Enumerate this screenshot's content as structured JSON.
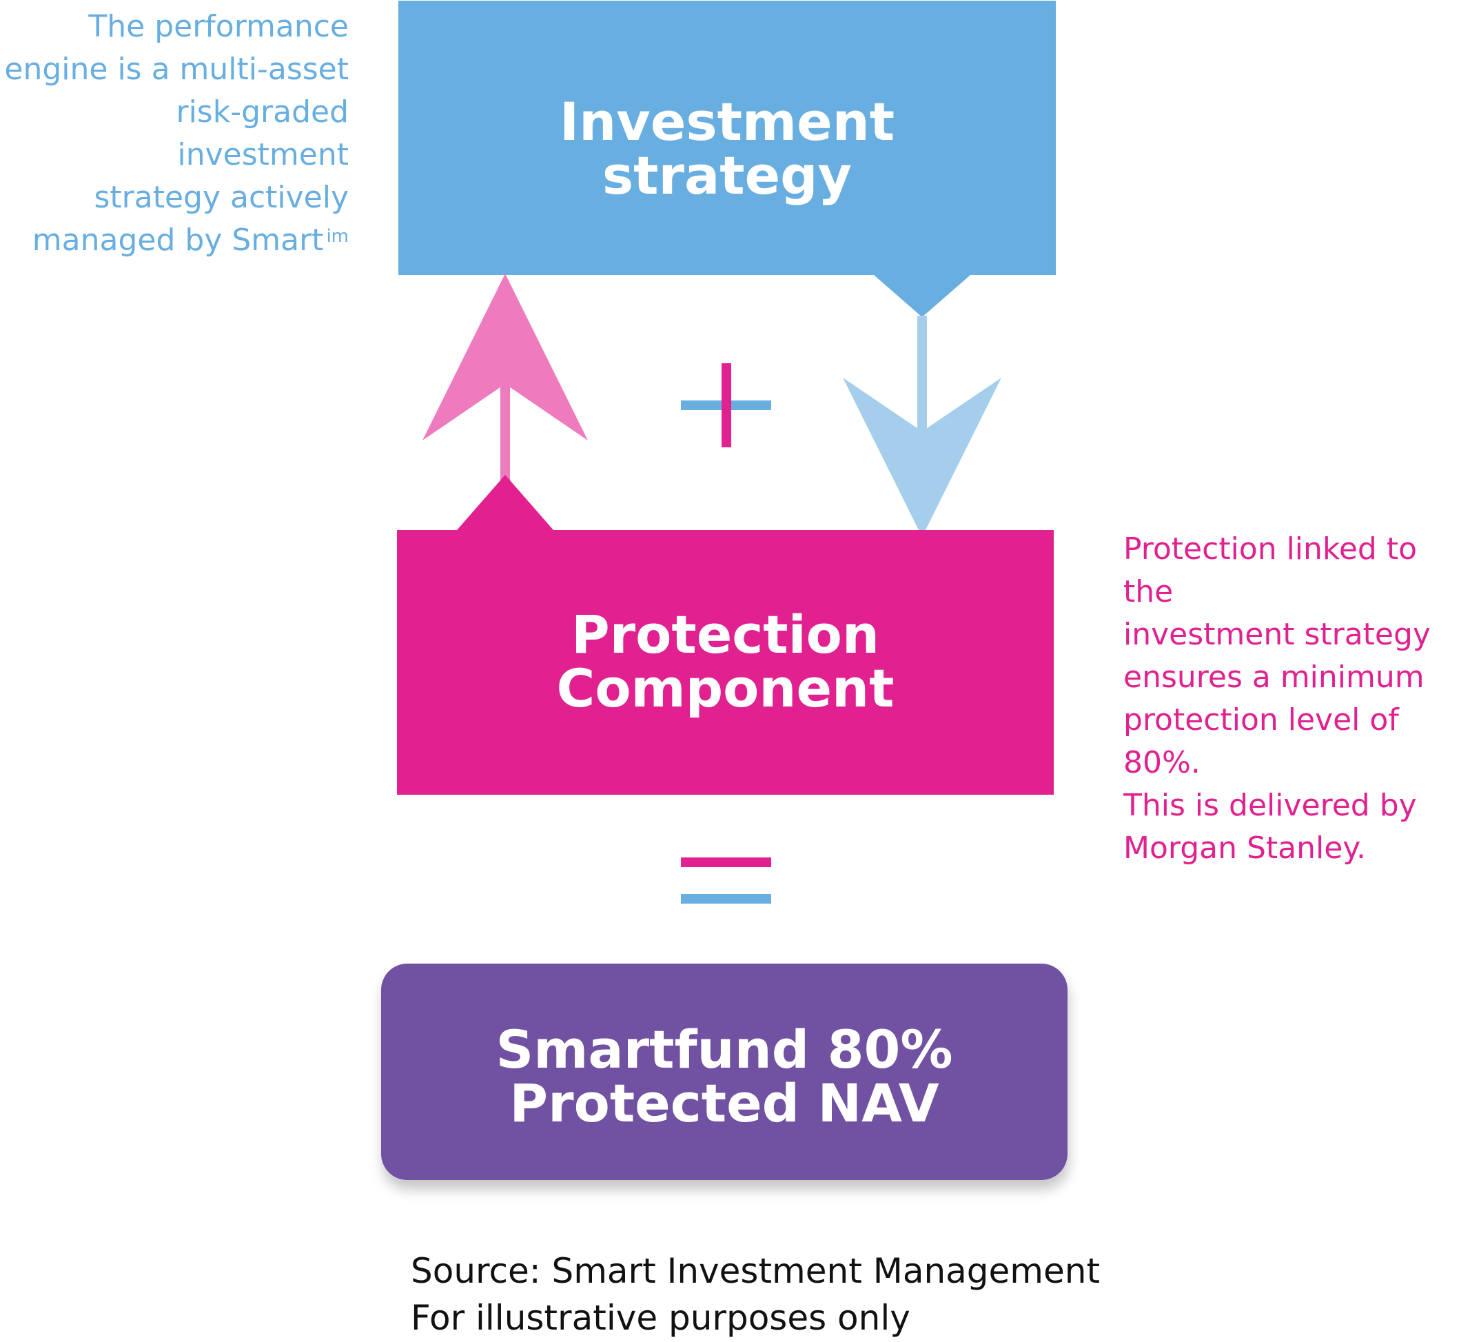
{
  "notes": {
    "left_text": "The performance\nengine is a multi-asset\nrisk-graded investment\nstrategy actively\nmanaged by Smart",
    "left_superscript": "im",
    "right_text": "Protection linked to the\ninvestment strategy\nensures a minimum\nprotection level of 80%.\nThis is delivered by\nMorgan Stanley."
  },
  "boxes": {
    "investment": "Investment\nstrategy",
    "protection": "Protection\nComponent",
    "nav": "Smartfund 80%\nProtected NAV"
  },
  "footer": {
    "line1": "Source: Smart Investment Management",
    "line2": "For illustrative purposes only"
  },
  "colors": {
    "blue": "#68aee0",
    "light_blue": "#a5ceec",
    "magenta": "#e0218f",
    "pink": "#ed7bbd",
    "purple": "#6f51a2"
  }
}
